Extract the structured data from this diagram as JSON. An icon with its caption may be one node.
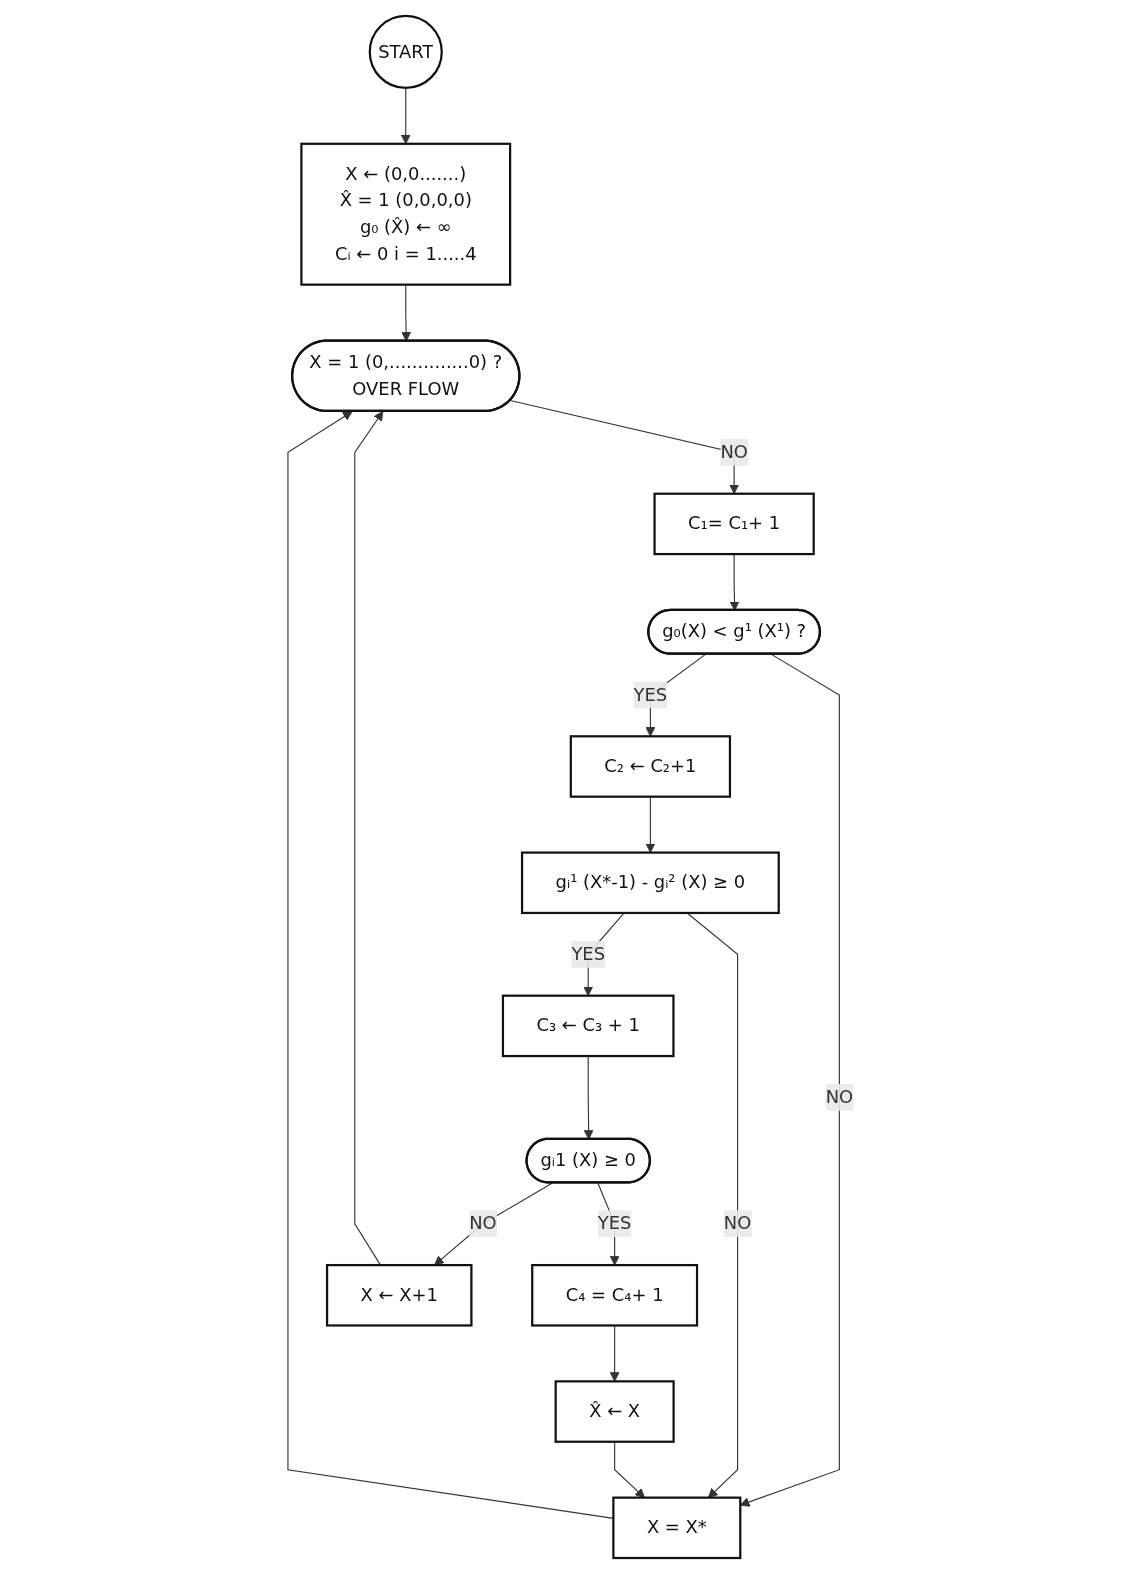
{
  "diagram": {
    "nodes": [
      {
        "text": [
          "START"
        ]
      },
      {
        "text": [
          "X ← (0,0.......)",
          "X̂ = 1 (0,0,0,0)",
          "g₀ (X̂) ← ∞",
          "Cᵢ ← 0 i = 1.....4"
        ]
      },
      {
        "text": [
          "X = 1 (0,..............0) ?",
          "OVER FLOW"
        ]
      },
      {
        "text": [
          "C₁= C₁+ 1"
        ]
      },
      {
        "text": [
          "g₀(X) < g¹ (X¹) ?"
        ]
      },
      {
        "text": [
          "C₂ ← C₂+1"
        ]
      },
      {
        "text": [
          "gᵢ¹ (X*-1) - gᵢ² (X) ≥ 0"
        ]
      },
      {
        "text": [
          "C₃ ← C₃ + 1"
        ]
      },
      {
        "text": [
          "gᵢ1 (X) ≥ 0"
        ]
      },
      {
        "text": [
          "C₄ = C₄+ 1"
        ]
      },
      {
        "text": [
          "X̂ ← X"
        ]
      },
      {
        "text": [
          "X ← X+1"
        ]
      },
      {
        "text": [
          "X = X*"
        ]
      }
    ],
    "edges": [
      {
        "from": 0,
        "to": 1,
        "arrow": "to"
      },
      {
        "from": 1,
        "to": 2,
        "arrow": "to"
      },
      {
        "from": 2,
        "to": 3,
        "label": "NO",
        "arrow": "to"
      },
      {
        "from": 3,
        "to": 4,
        "arrow": "to"
      },
      {
        "from": 4,
        "to": 5,
        "label": "YES",
        "arrow": "to"
      },
      {
        "from": 4,
        "to": 12,
        "label": "NO",
        "arrow": "to"
      },
      {
        "from": 5,
        "to": 6,
        "arrow": "to"
      },
      {
        "from": 6,
        "to": 7,
        "label": "YES",
        "arrow": "to"
      },
      {
        "from": 6,
        "to": 12,
        "label": "NO",
        "arrow": "to"
      },
      {
        "from": 7,
        "to": 8,
        "arrow": "to"
      },
      {
        "from": 8,
        "to": 9,
        "label": "YES",
        "arrow": "to"
      },
      {
        "from": 8,
        "to": 11,
        "label": "NO",
        "arrow": "to"
      },
      {
        "from": 9,
        "to": 10,
        "arrow": "to"
      },
      {
        "from": 10,
        "to": 12,
        "arrow": "to"
      },
      {
        "from": 11,
        "to": 2,
        "arrow": "to"
      },
      {
        "from": 12,
        "to": 2,
        "arrow": "to"
      }
    ]
  }
}
